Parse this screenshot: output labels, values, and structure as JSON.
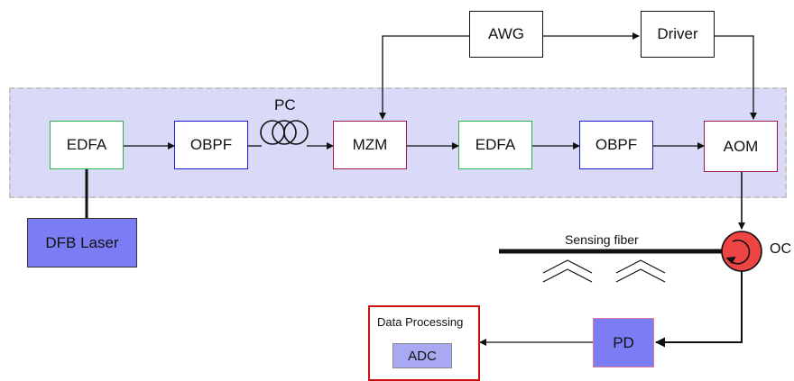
{
  "blocks": {
    "awg": "AWG",
    "driver": "Driver",
    "edfa1": "EDFA",
    "obpf1": "OBPF",
    "mzm": "MZM",
    "edfa2": "EDFA",
    "obpf2": "OBPF",
    "aom": "AOM",
    "dfb_laser": "DFB Laser",
    "pd": "PD",
    "adc": "ADC"
  },
  "labels": {
    "pc": "PC",
    "sensing_fiber": "Sensing fiber",
    "oc": "OC",
    "data_processing": "Data Processing"
  },
  "colors": {
    "panel_fill": "#d9daf7",
    "panel_border": "#c4c4c4",
    "edfa_border": "#2ab44a",
    "obpf_border": "#1a1acc",
    "mzm_aom_border": "#a0174f",
    "laser_fill": "#7c7cf5",
    "circulator_fill": "#ee4444",
    "data_processing_border": "#cc1111",
    "adc_fill": "#a9a9f3"
  }
}
